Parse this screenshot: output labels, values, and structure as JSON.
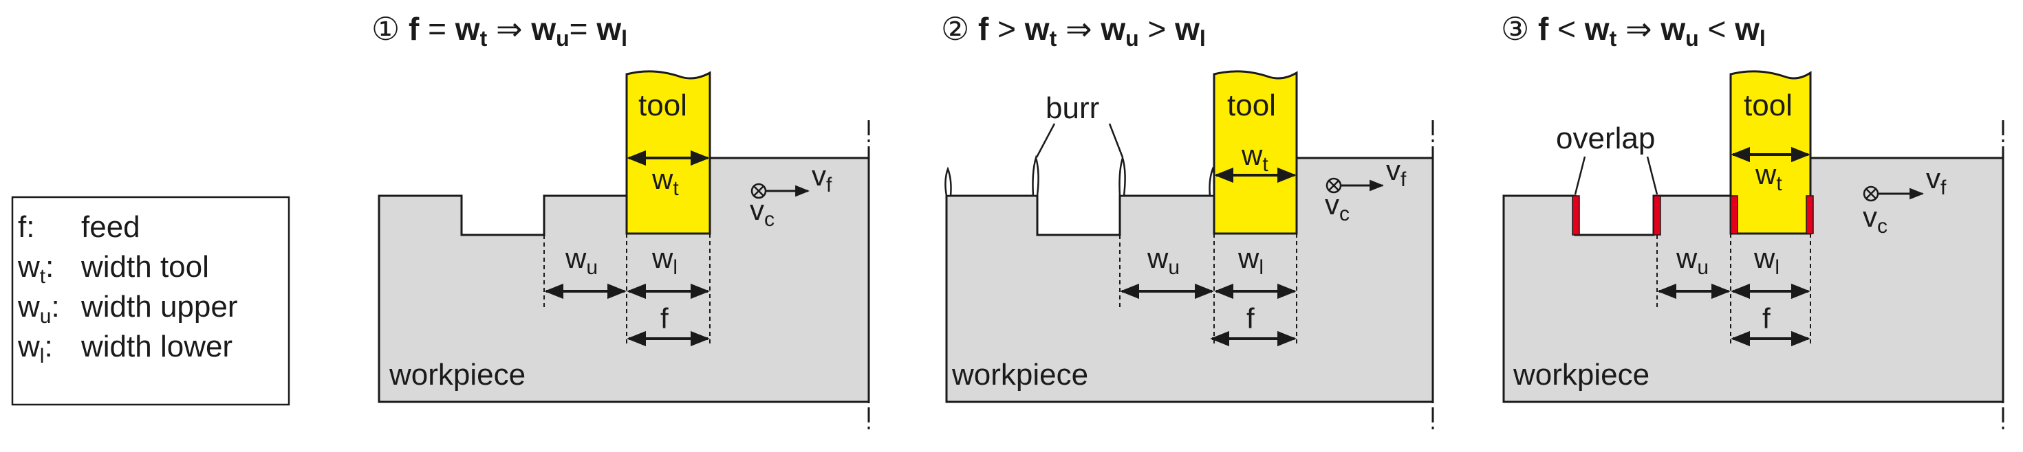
{
  "legend": {
    "rows": [
      {
        "sym": "f",
        "sub": "",
        "desc": "feed"
      },
      {
        "sym": "w",
        "sub": "t",
        "desc": "width tool"
      },
      {
        "sym": "w",
        "sub": "u",
        "desc": "width upper"
      },
      {
        "sym": "w",
        "sub": "l",
        "desc": "width lower"
      }
    ]
  },
  "common": {
    "tool": "tool",
    "workpiece": "workpiece",
    "w": "w",
    "sub_t": "t",
    "sub_u": "u",
    "sub_l": "l",
    "sub_c": "c",
    "sub_f": "f",
    "f": "f",
    "v": "v",
    "otimes": "⊗",
    "implies": "⇒"
  },
  "panels": [
    {
      "num": "①",
      "rel1": " = ",
      "rel2": "= ",
      "label": ""
    },
    {
      "num": "②",
      "rel1": " > ",
      "rel2": " > ",
      "label": "burr"
    },
    {
      "num": "③",
      "rel1": " < ",
      "rel2": " < ",
      "label": "overlap"
    }
  ],
  "colors": {
    "tool": "#ffed00",
    "workpiece": "#d9d9d9",
    "overlap": "#e3001b",
    "line": "#1a1a1a"
  }
}
